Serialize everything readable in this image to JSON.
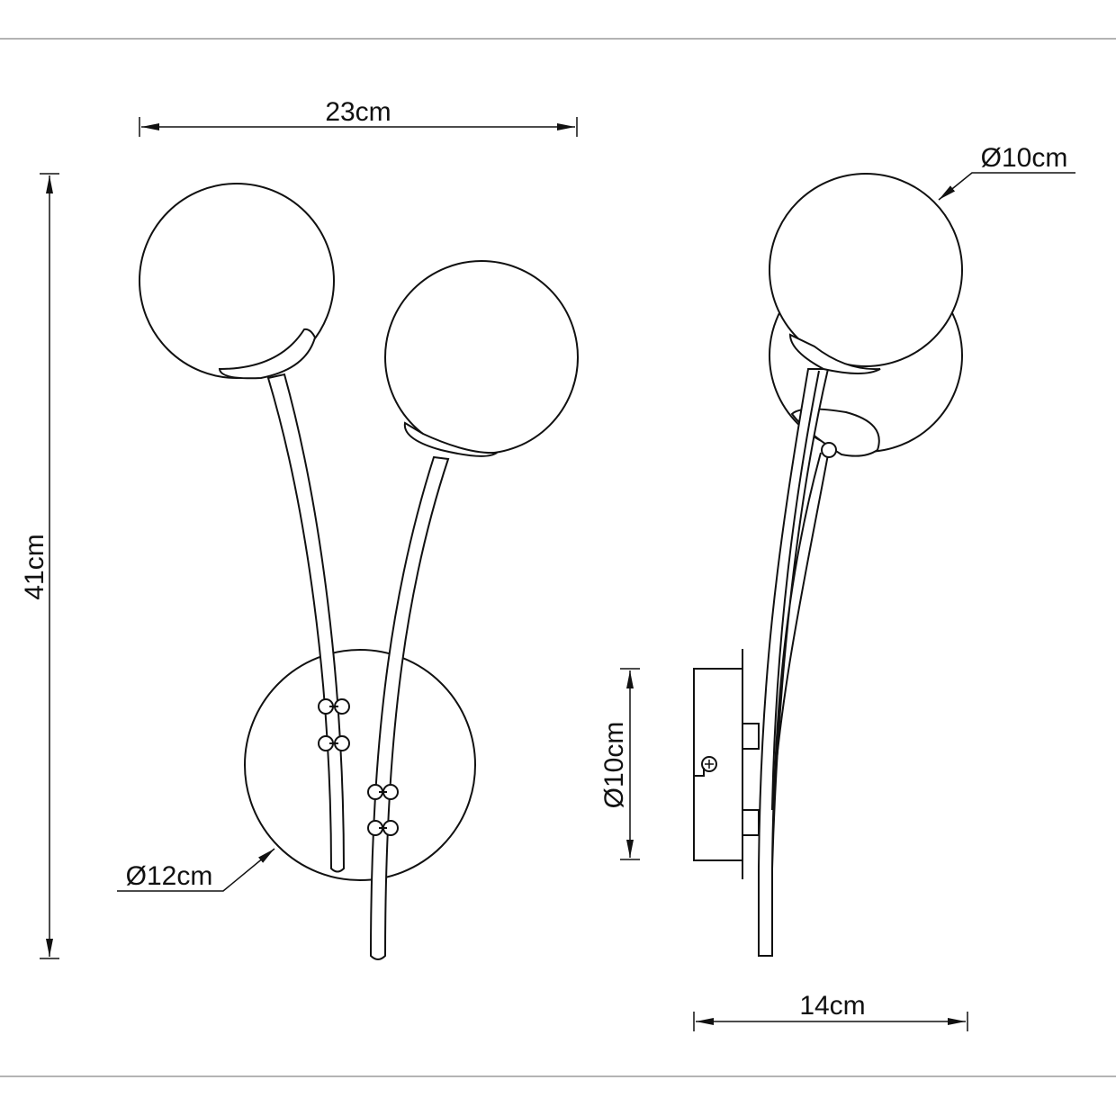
{
  "dimensions": {
    "width_front": "23cm",
    "height": "41cm",
    "globe_diameter": "Ø10cm",
    "backplate_diameter_front": "Ø12cm",
    "backplate_diameter_side": "Ø10cm",
    "depth": "14cm"
  },
  "colors": {
    "line": "#111111",
    "frame": "#888888"
  }
}
